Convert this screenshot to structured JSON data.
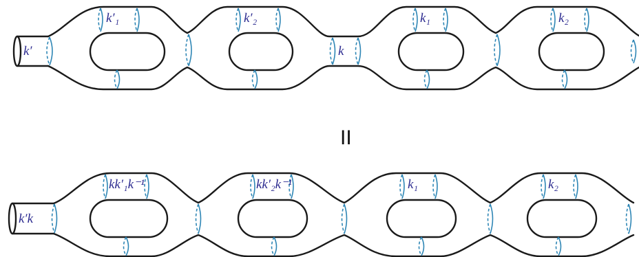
{
  "colors": {
    "outline": "#1a1a1a",
    "curve": "#2e86b5",
    "label": "#2b2a8f"
  },
  "equals_sign": "II",
  "top_row": {
    "cuff_label": "k′",
    "labels": [
      "k′₁",
      "k′₂",
      "k",
      "k₁",
      "k₂"
    ]
  },
  "bottom_row": {
    "cuff_label": "k′k",
    "labels": [
      "kk′₁k⁻¹",
      "kk′₂k⁻¹",
      "k₁",
      "k₂"
    ]
  }
}
